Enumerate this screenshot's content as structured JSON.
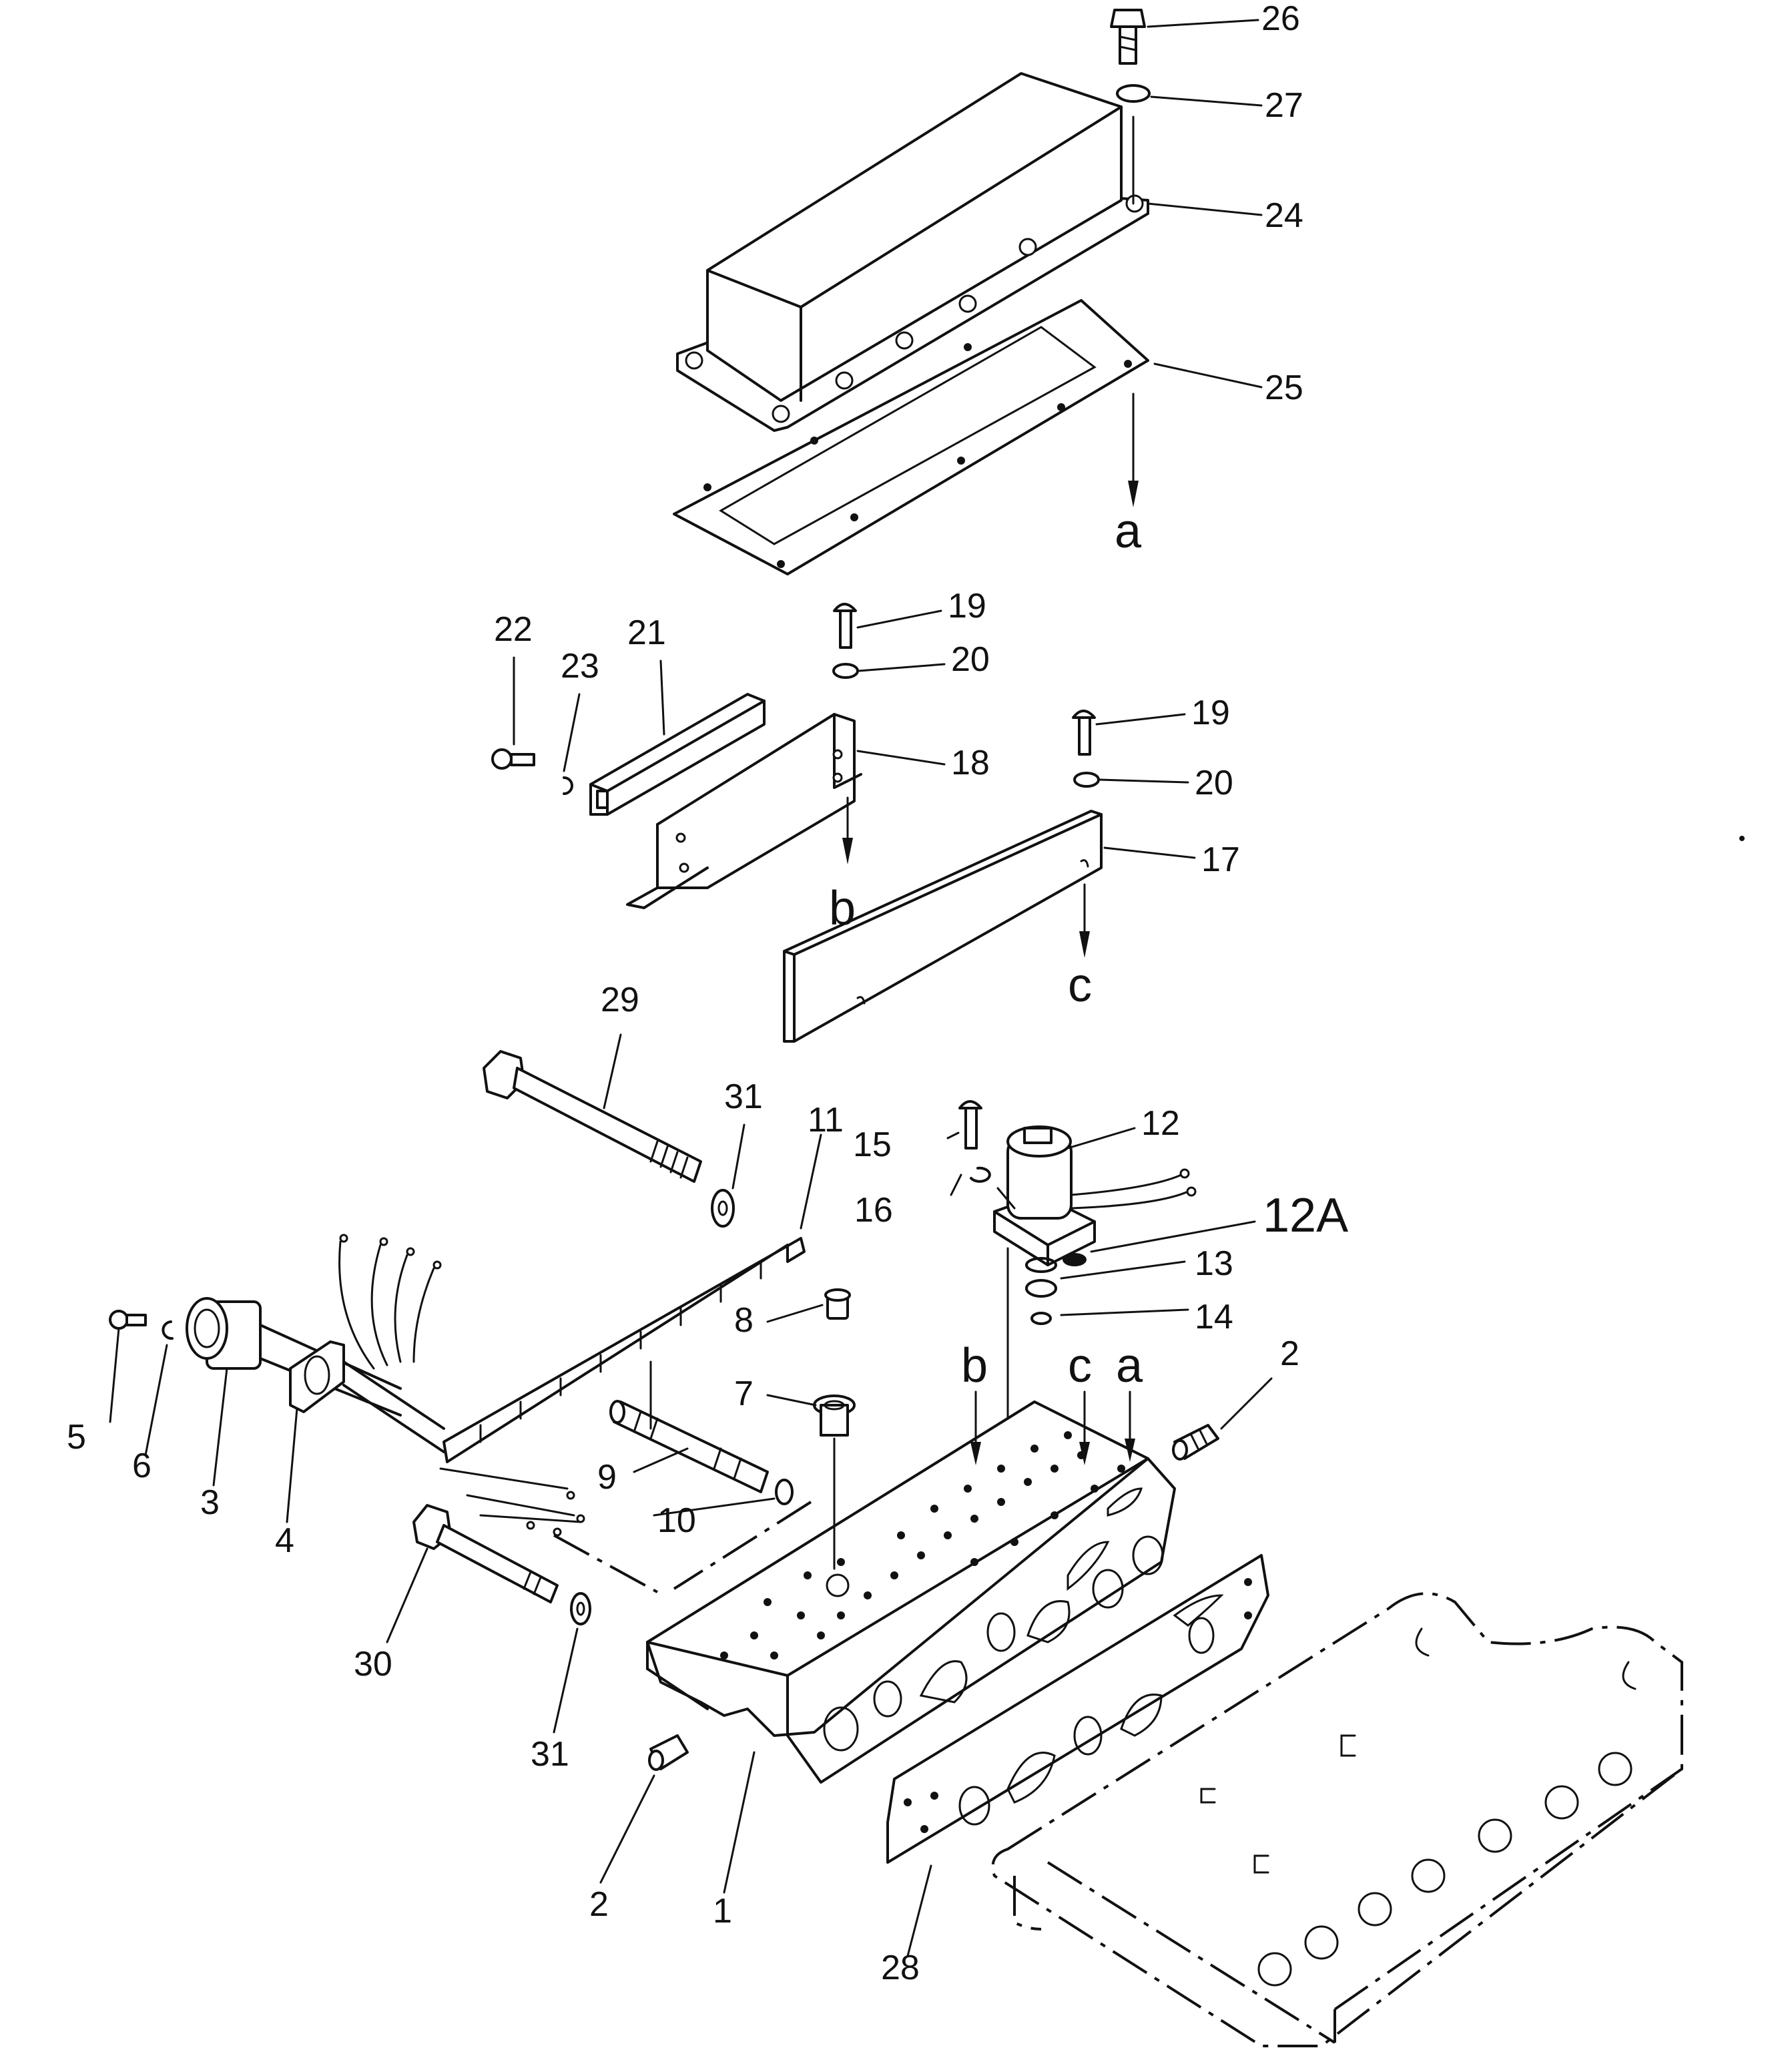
{
  "labels": {
    "l26": "26",
    "l27": "27",
    "l24": "24",
    "l25": "25",
    "la_top": "a",
    "l19a": "19",
    "l20a": "20",
    "l22": "22",
    "l23": "23",
    "l21": "21",
    "l18": "18",
    "lb_mid": "b",
    "l19b": "19",
    "l20b": "20",
    "l17": "17",
    "lc_mid": "c",
    "l29": "29",
    "l31a": "31",
    "l11": "11",
    "l15": "15",
    "l12": "12",
    "l16": "16",
    "l12A": "12A",
    "l13": "13",
    "l14": "14",
    "l8": "8",
    "l7": "7",
    "l9": "9",
    "l10": "10",
    "lb_low": "b",
    "lc_low": "c",
    "la_low": "a",
    "l2a": "2",
    "l5": "5",
    "l6": "6",
    "l3": "3",
    "l4": "4",
    "l30": "30",
    "l31b": "31",
    "l2b": "2",
    "l1": "1",
    "l28": "28"
  },
  "colors": {
    "ink": "#111111",
    "paper": "#ffffff"
  }
}
